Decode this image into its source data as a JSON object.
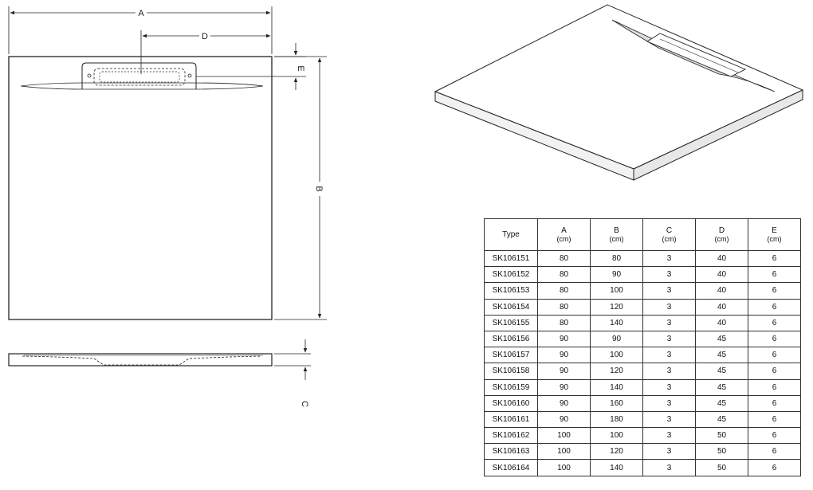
{
  "dimension_labels": {
    "A": "A",
    "B": "B",
    "C": "C",
    "D": "D",
    "E": "E"
  },
  "table": {
    "columns": [
      {
        "name": "Type",
        "unit": ""
      },
      {
        "name": "A",
        "unit": "(cm)"
      },
      {
        "name": "B",
        "unit": "(cm)"
      },
      {
        "name": "C",
        "unit": "(cm)"
      },
      {
        "name": "D",
        "unit": "(cm)"
      },
      {
        "name": "E",
        "unit": "(cm)"
      }
    ],
    "rows": [
      [
        "SK106151",
        "80",
        "80",
        "3",
        "40",
        "6"
      ],
      [
        "SK106152",
        "80",
        "90",
        "3",
        "40",
        "6"
      ],
      [
        "SK106153",
        "80",
        "100",
        "3",
        "40",
        "6"
      ],
      [
        "SK106154",
        "80",
        "120",
        "3",
        "40",
        "6"
      ],
      [
        "SK106155",
        "80",
        "140",
        "3",
        "40",
        "6"
      ],
      [
        "SK106156",
        "90",
        "90",
        "3",
        "45",
        "6"
      ],
      [
        "SK106157",
        "90",
        "100",
        "3",
        "45",
        "6"
      ],
      [
        "SK106158",
        "90",
        "120",
        "3",
        "45",
        "6"
      ],
      [
        "SK106159",
        "90",
        "140",
        "3",
        "45",
        "6"
      ],
      [
        "SK106160",
        "90",
        "160",
        "3",
        "45",
        "6"
      ],
      [
        "SK106161",
        "90",
        "180",
        "3",
        "45",
        "6"
      ],
      [
        "SK106162",
        "100",
        "100",
        "3",
        "50",
        "6"
      ],
      [
        "SK106163",
        "100",
        "120",
        "3",
        "50",
        "6"
      ],
      [
        "SK106164",
        "100",
        "140",
        "3",
        "50",
        "6"
      ]
    ]
  }
}
